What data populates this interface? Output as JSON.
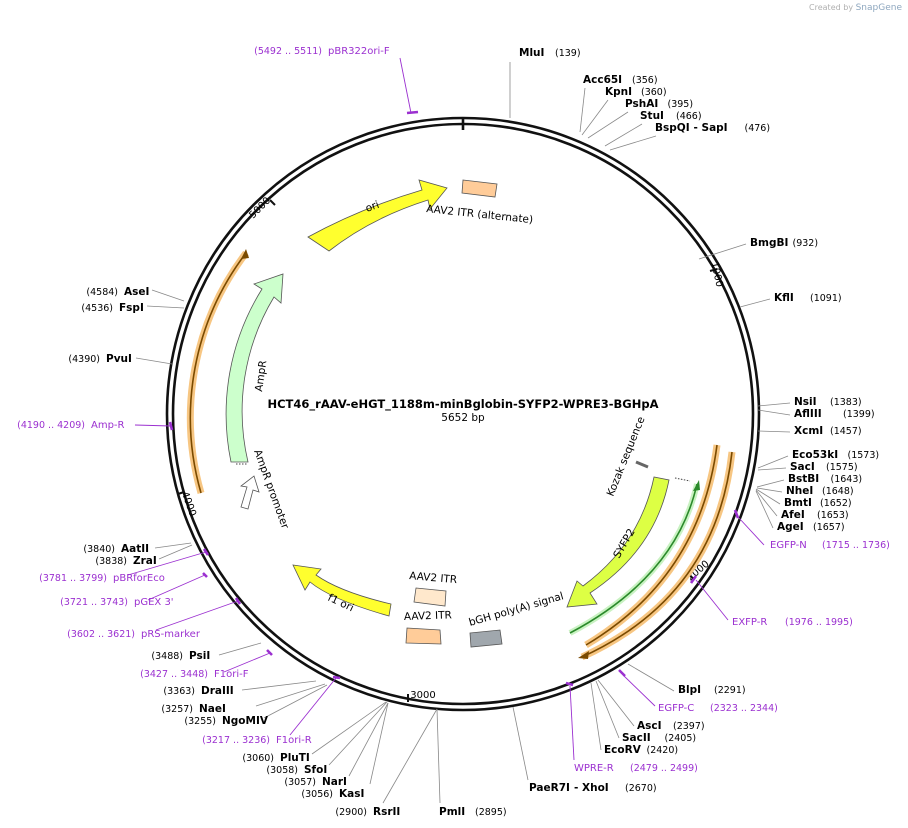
{
  "credit": {
    "prefix": "Created by",
    "brand": "SnapGene"
  },
  "plasmid": {
    "name": "HCT46_rAAV-eHGT_1188m-minBglobin-SYFP2-WPRE3-BGHpA",
    "length": "5652 bp",
    "total": 5652
  },
  "ticks": [
    "1000",
    "2000",
    "3000",
    "4000",
    "5000"
  ],
  "colors": {
    "ori": "#ffff2e",
    "itr": "#ffcc99",
    "ampr": "#ccffcc",
    "syfp2": "#ddff44",
    "polya": "#a0a7ad",
    "primer": "#9b30d0"
  },
  "enzymes": [
    {
      "name": "MluI",
      "pos": "(139)"
    },
    {
      "name": "Acc65I",
      "pos": "(356)"
    },
    {
      "name": "KpnI",
      "pos": "(360)"
    },
    {
      "name": "PshAI",
      "pos": "(395)"
    },
    {
      "name": "StuI",
      "pos": "(466)"
    },
    {
      "name": "BspQI",
      "name2": "SapI",
      "pos": "(476)"
    },
    {
      "name": "BmgBI",
      "pos": "(932)"
    },
    {
      "name": "KflI",
      "pos": "(1091)"
    },
    {
      "name": "NsiI",
      "pos": "(1383)"
    },
    {
      "name": "AflIII",
      "pos": "(1399)"
    },
    {
      "name": "XcmI",
      "pos": "(1457)"
    },
    {
      "name": "Eco53kI",
      "pos": "(1573)"
    },
    {
      "name": "SacI",
      "pos": "(1575)"
    },
    {
      "name": "BstBI",
      "pos": "(1643)"
    },
    {
      "name": "NheI",
      "pos": "(1648)"
    },
    {
      "name": "BmtI",
      "pos": "(1652)"
    },
    {
      "name": "AfeI",
      "pos": "(1653)"
    },
    {
      "name": "AgeI",
      "pos": "(1657)"
    },
    {
      "name": "BlpI",
      "pos": "(2291)"
    },
    {
      "name": "AscI",
      "pos": "(2397)"
    },
    {
      "name": "SacII",
      "pos": "(2405)"
    },
    {
      "name": "EcoRV",
      "pos": "(2420)"
    },
    {
      "name": "PaeR7I",
      "name2": "XhoI",
      "pos": "(2670)"
    },
    {
      "name": "PmlI",
      "pos": "(2895)"
    },
    {
      "name": "RsrII",
      "pos": "(2900)"
    },
    {
      "name": "KasI",
      "pos": "(3056)"
    },
    {
      "name": "NarI",
      "pos": "(3057)"
    },
    {
      "name": "SfoI",
      "pos": "(3058)"
    },
    {
      "name": "PluTI",
      "pos": "(3060)"
    },
    {
      "name": "NgoMIV",
      "pos": "(3255)"
    },
    {
      "name": "NaeI",
      "pos": "(3257)"
    },
    {
      "name": "DraIII",
      "pos": "(3363)"
    },
    {
      "name": "PsiI",
      "pos": "(3488)"
    },
    {
      "name": "ZraI",
      "pos": "(3838)"
    },
    {
      "name": "AatII",
      "pos": "(3840)"
    },
    {
      "name": "PvuI",
      "pos": "(4390)"
    },
    {
      "name": "FspI",
      "pos": "(4536)"
    },
    {
      "name": "AseI",
      "pos": "(4584)"
    }
  ],
  "primers": [
    {
      "name": "pBR322ori-F",
      "range": "(5492 .. 5511)"
    },
    {
      "name": "EGFP-N",
      "range": "(1715 .. 1736)"
    },
    {
      "name": "EXFP-R",
      "range": "(1976 .. 1995)"
    },
    {
      "name": "EGFP-C",
      "range": "(2323 .. 2344)"
    },
    {
      "name": "WPRE-R",
      "range": "(2479 .. 2499)"
    },
    {
      "name": "F1ori-R",
      "range": "(3217 .. 3236)"
    },
    {
      "name": "F1ori-F",
      "range": "(3427 .. 3448)"
    },
    {
      "name": "pRS-marker",
      "range": "(3602 .. 3621)"
    },
    {
      "name": "pGEX 3'",
      "range": "(3721 .. 3743)"
    },
    {
      "name": "pBRforEco",
      "range": "(3781 .. 3799)"
    },
    {
      "name": "Amp-R",
      "range": "(4190 .. 4209)"
    }
  ],
  "features": {
    "ori": "ori",
    "itr_alt": "AAV2 ITR (alternate)",
    "ampr": "AmpR",
    "ampr_promoter": "AmpR promoter",
    "f1ori": "f1 ori",
    "itr1": "AAV2 ITR",
    "itr2": "AAV2 ITR",
    "polya": "bGH poly(A) signal",
    "syfp2": "SYFP2",
    "kozak": "Kozak sequence"
  }
}
